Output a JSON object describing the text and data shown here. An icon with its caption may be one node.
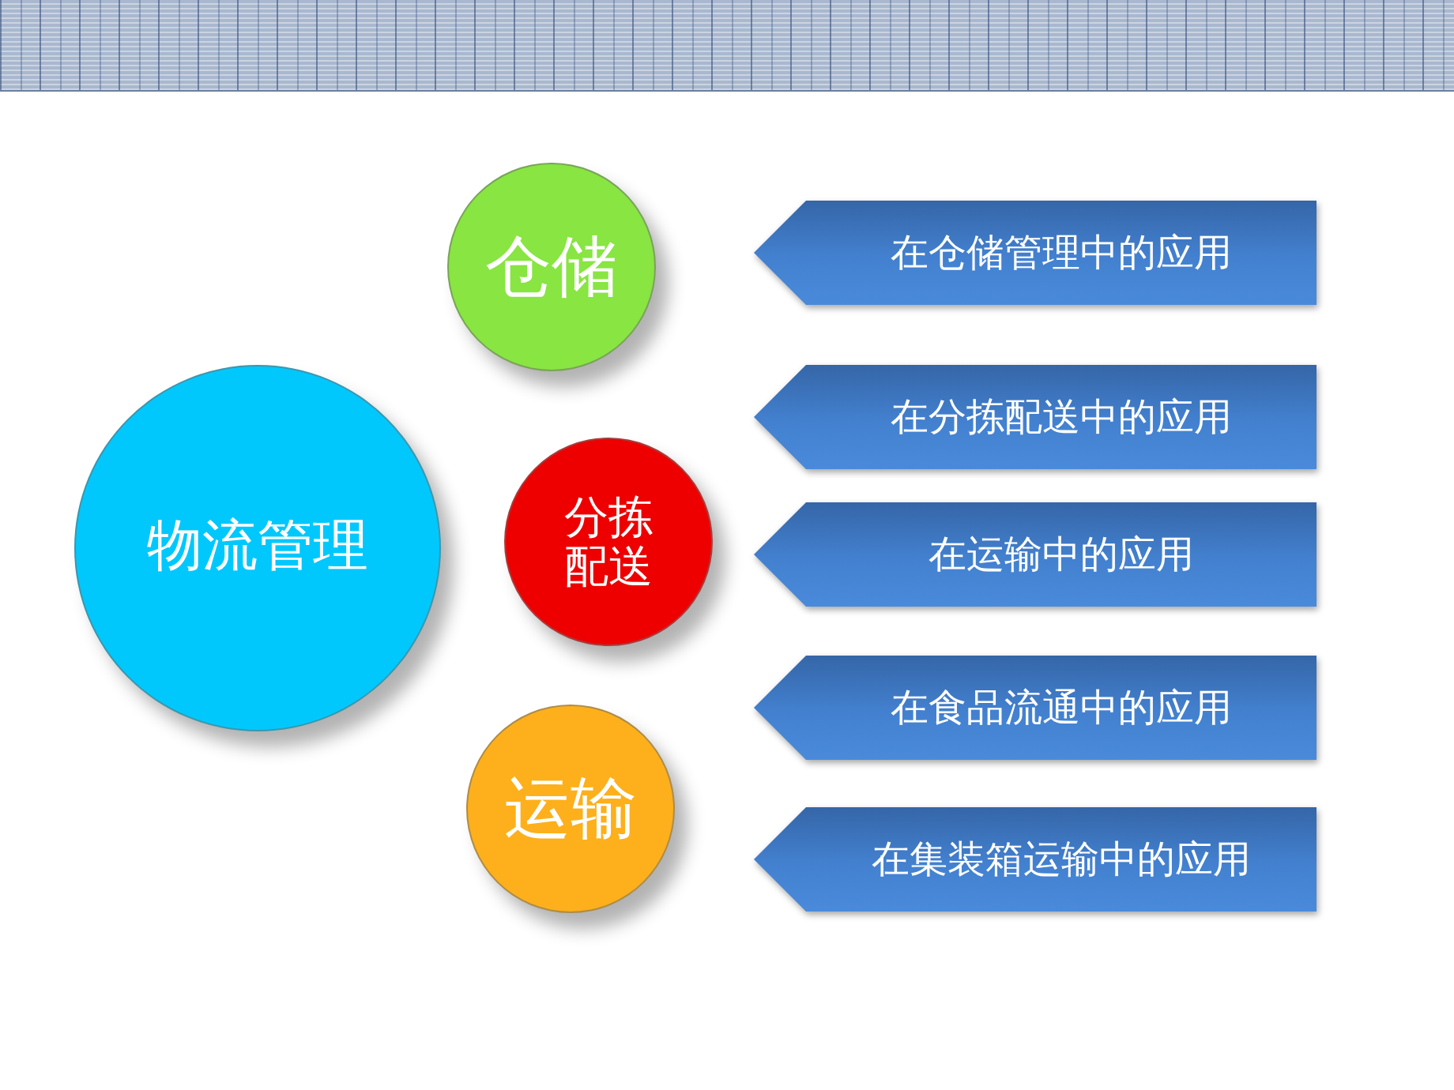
{
  "diagram": {
    "nodes": [
      {
        "text": [
          "物流管理"
        ]
      },
      {
        "text": [
          "仓储"
        ]
      },
      {
        "text": [
          "分拣配送"
        ]
      },
      {
        "text": [
          "运输"
        ]
      },
      {
        "text": [
          "在仓储管理中的应用"
        ]
      },
      {
        "text": [
          "在分拣配送中的应用"
        ]
      },
      {
        "text": [
          "在运输中的应用"
        ]
      },
      {
        "text": [
          "在食品流通中的应用"
        ]
      },
      {
        "text": [
          "在集装箱运输中的应用"
        ]
      }
    ]
  }
}
